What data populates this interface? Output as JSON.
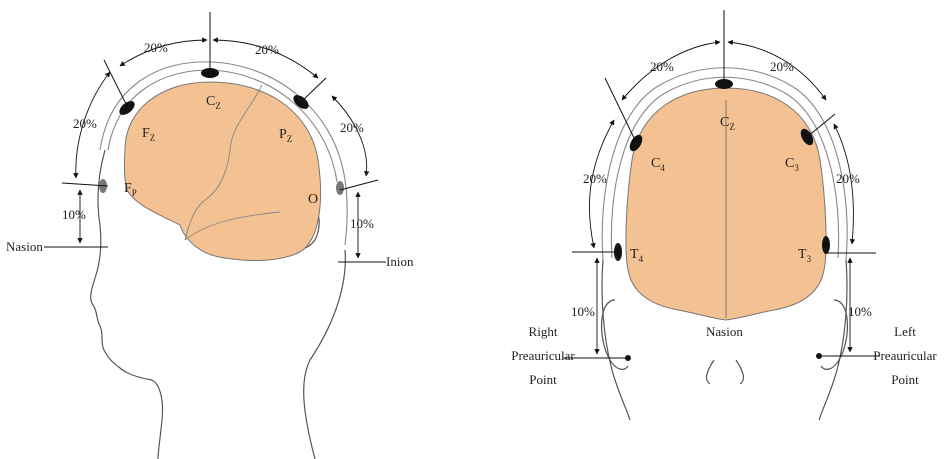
{
  "side_view": {
    "electrodes": {
      "cz": {
        "main": "C",
        "sub": "Z"
      },
      "fz": {
        "main": "F",
        "sub": "Z"
      },
      "pz": {
        "main": "P",
        "sub": "Z"
      },
      "fp": {
        "main": "F",
        "sub": "P"
      },
      "o": {
        "main": "O",
        "sub": ""
      }
    },
    "landmarks": {
      "nasion": "Nasion",
      "inion": "Inion"
    },
    "percentages": {
      "top_left": "20%",
      "top_right": "20%",
      "front": "20%",
      "back": "20%",
      "front_low": "10%",
      "back_low": "10%"
    }
  },
  "front_view": {
    "electrodes": {
      "cz": {
        "main": "C",
        "sub": "Z"
      },
      "c4": {
        "main": "C",
        "sub": "4"
      },
      "c3": {
        "main": "C",
        "sub": "3"
      },
      "t4": {
        "main": "T",
        "sub": "4"
      },
      "t3": {
        "main": "T",
        "sub": "3"
      }
    },
    "landmarks": {
      "nasion": "Nasion",
      "right_line1": "Right",
      "right_line2": "Preauricular",
      "right_line3": "Point",
      "left_line1": "Left",
      "left_line2": "Preauricular",
      "left_line3": "Point"
    },
    "percentages": {
      "top_left": "20%",
      "top_right": "20%",
      "left_mid": "20%",
      "right_mid": "20%",
      "left_low": "10%",
      "right_low": "10%"
    }
  },
  "colors": {
    "brain": "#f4c192",
    "electrode": "#111111",
    "outline": "#555555"
  }
}
